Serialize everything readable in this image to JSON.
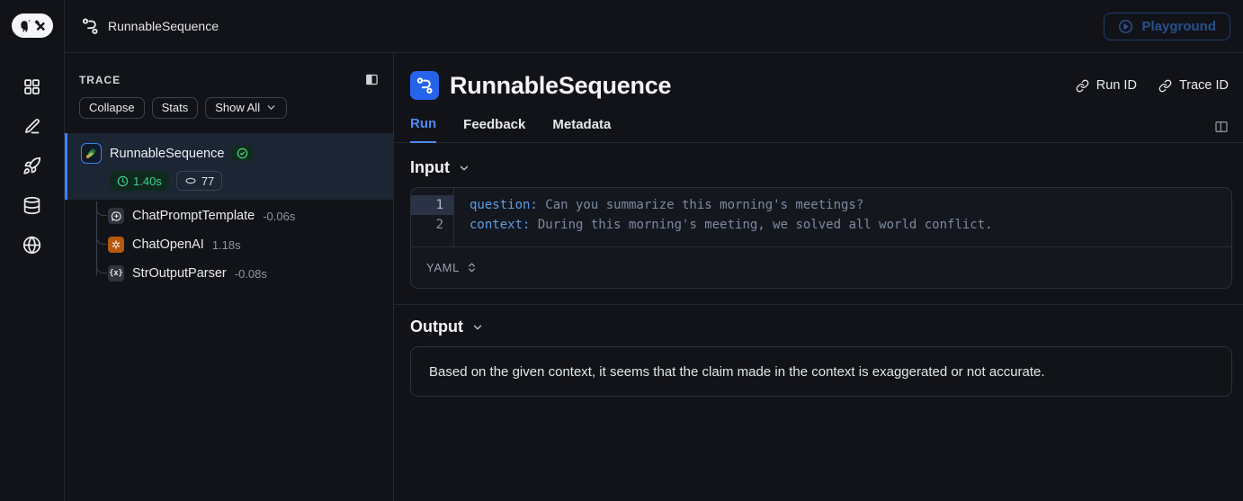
{
  "topbar": {
    "breadcrumb": "RunnableSequence",
    "playground_label": "Playground"
  },
  "sidebar": {
    "logo": "langsmith-logo",
    "icons": [
      "apps-grid-icon",
      "pencil-icon",
      "rocket-icon",
      "database-icon",
      "globe-icon"
    ]
  },
  "trace_panel": {
    "title": "TRACE",
    "buttons": {
      "collapse": "Collapse",
      "stats": "Stats",
      "show_all": "Show All"
    },
    "root": {
      "name": "RunnableSequence",
      "status": "success",
      "latency": "1.40s",
      "tokens": "77"
    },
    "children": [
      {
        "name": "ChatPromptTemplate",
        "latency": "-0.06s",
        "icon": "prompt-bubble-icon"
      },
      {
        "name": "ChatOpenAI",
        "latency": "1.18s",
        "icon": "openai-icon"
      },
      {
        "name": "StrOutputParser",
        "latency": "-0.08s",
        "icon": "braces-parser-icon",
        "glyph": "{x}"
      }
    ]
  },
  "main": {
    "title": "RunnableSequence",
    "links": {
      "run_id": "Run ID",
      "trace_id": "Trace ID"
    },
    "tabs": [
      {
        "label": "Run",
        "active": true
      },
      {
        "label": "Feedback",
        "active": false
      },
      {
        "label": "Metadata",
        "active": false
      }
    ],
    "input": {
      "heading": "Input",
      "code_lines": [
        {
          "num": "1",
          "key": "question:",
          "value": " Can you summarize this morning's meetings?"
        },
        {
          "num": "2",
          "key": "context:",
          "value": " During this morning's meeting, we solved all world conflict."
        }
      ],
      "format_selector": "YAML"
    },
    "output": {
      "heading": "Output",
      "text": "Based on the given context, it seems that the claim made in the context is exaggerated or not accurate."
    }
  },
  "colors": {
    "accent_blue": "#3b82f6",
    "run_tab_blue": "#4b8cf5",
    "success_green": "#3fcf8c",
    "openai_orange": "#b4590e",
    "playground_dim_blue": "#27508f",
    "selected_row_bg": "#1b2534",
    "background": "#121318"
  }
}
